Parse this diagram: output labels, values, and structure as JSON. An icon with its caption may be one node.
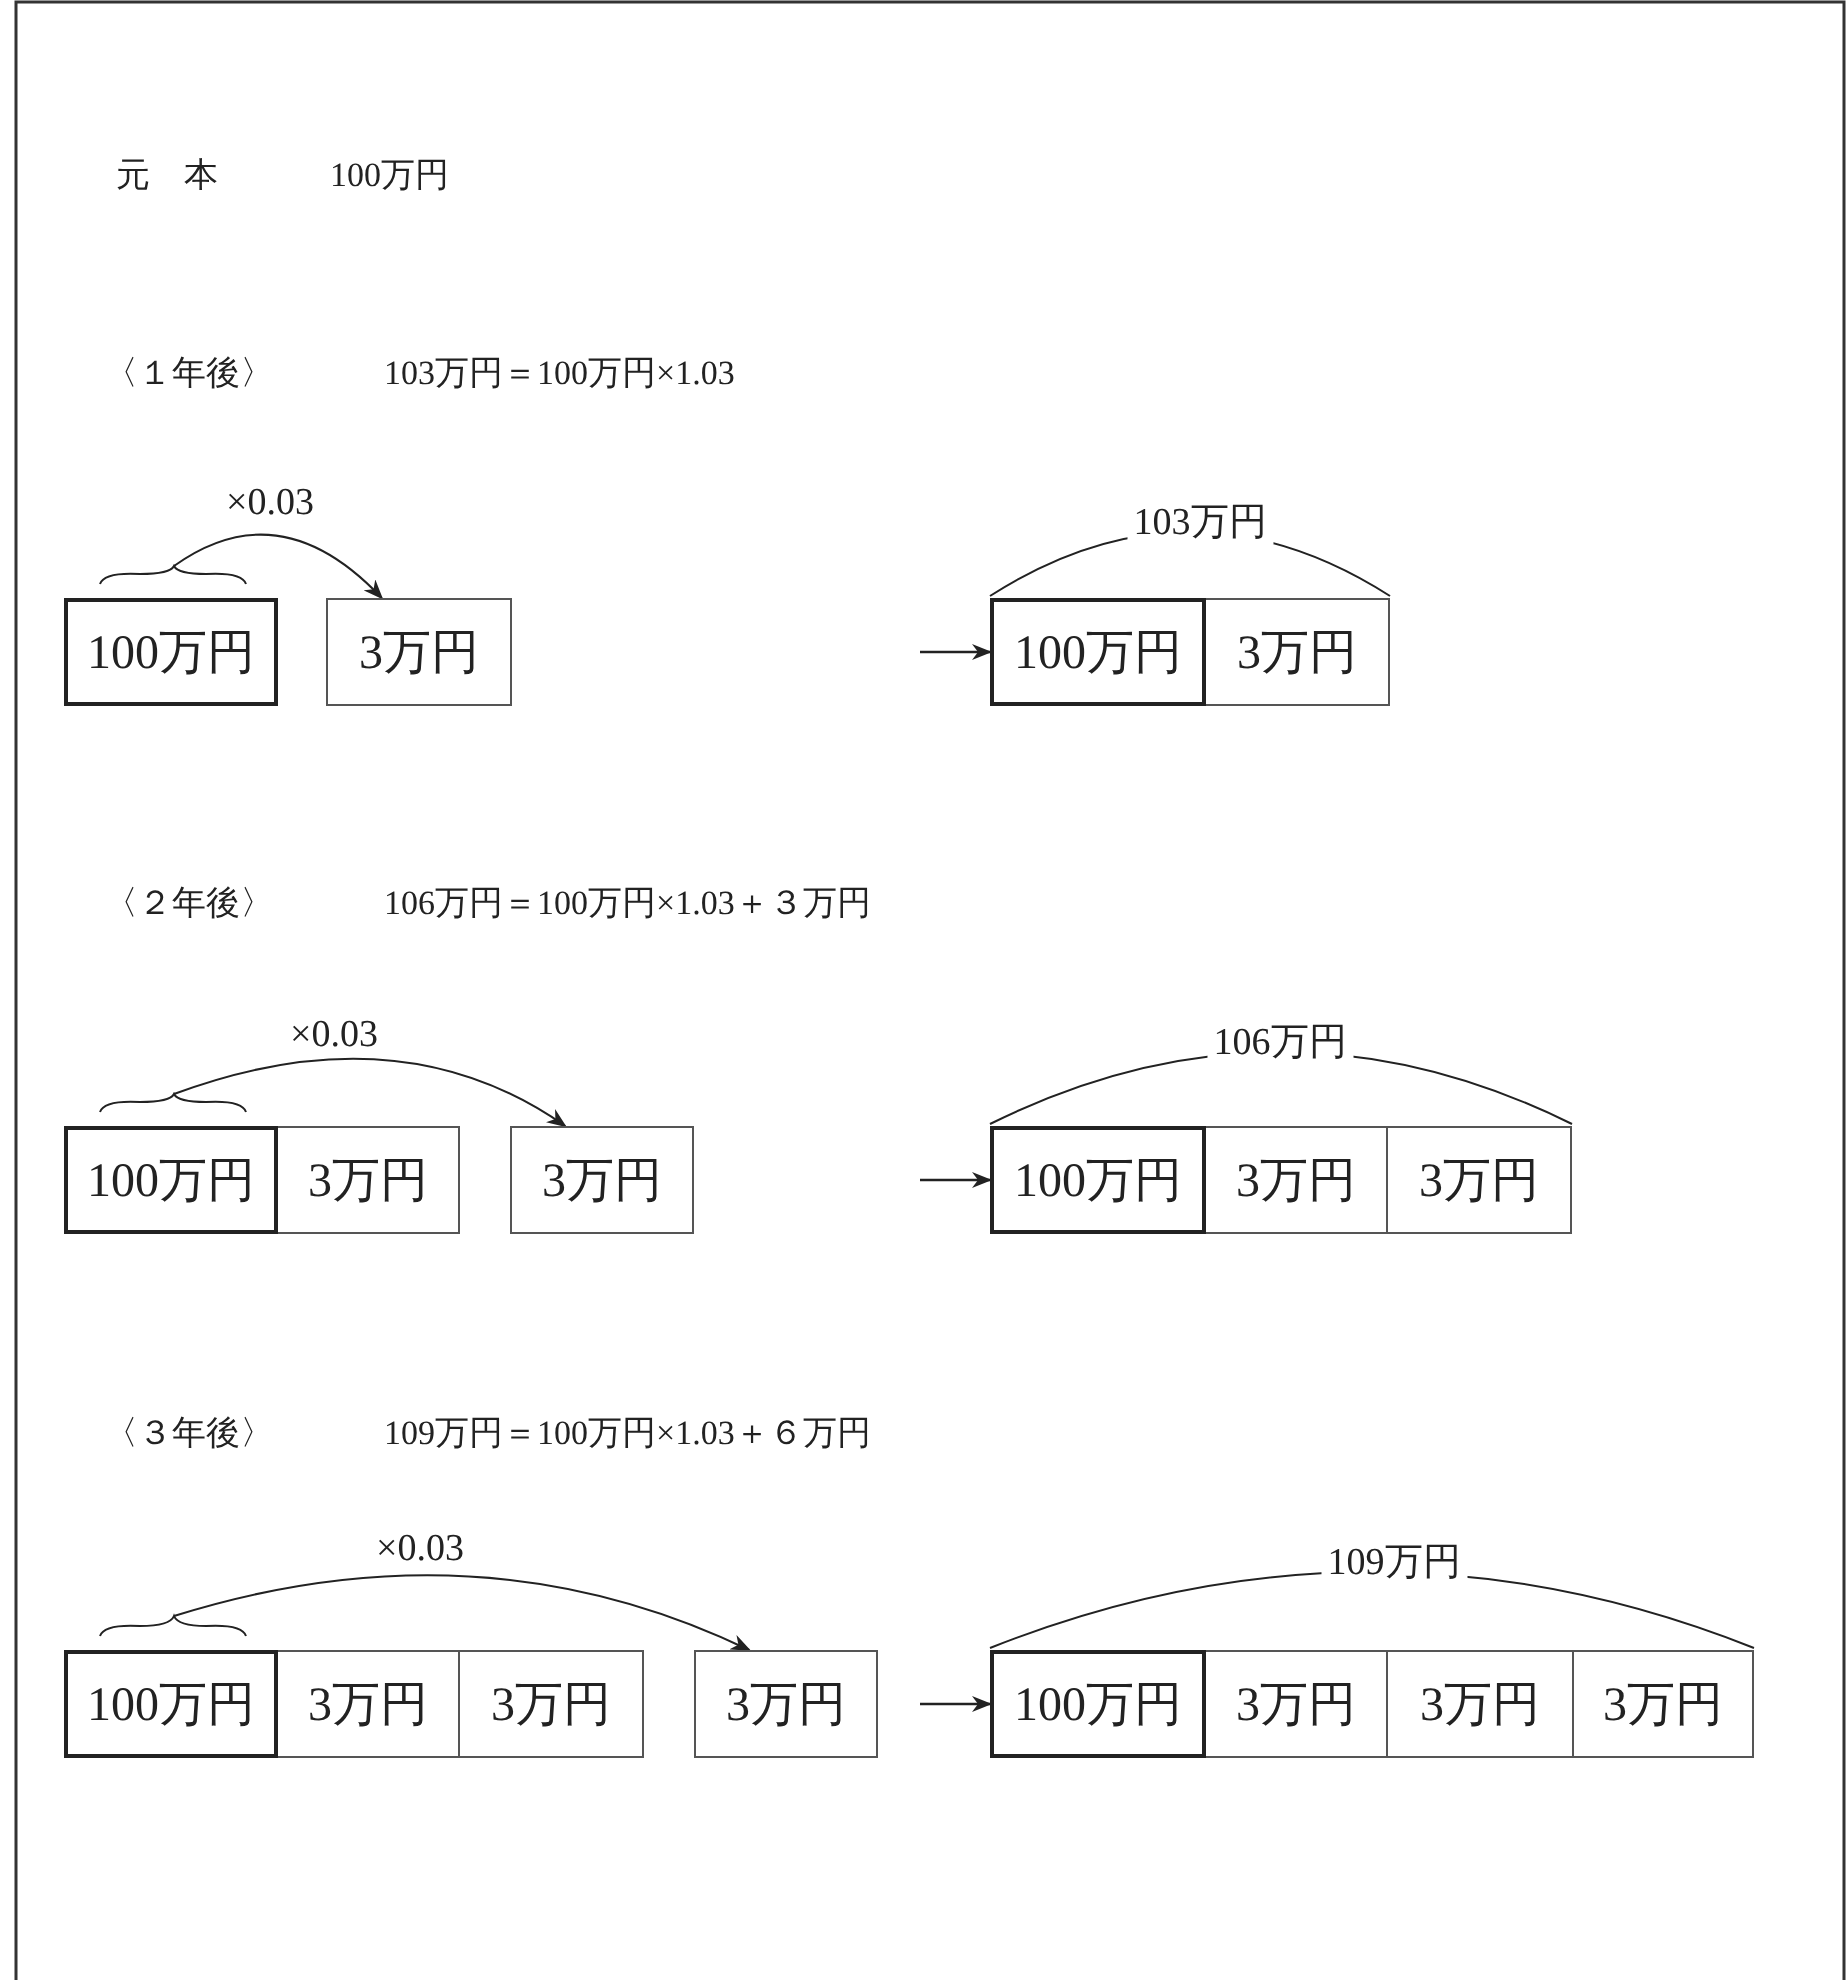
{
  "diagram": {
    "nodes": [
      {
        "text": [
          "100万円"
        ]
      },
      {
        "text": [
          "3万円"
        ]
      },
      {
        "text": [
          "100万円"
        ]
      },
      {
        "text": [
          "3万円"
        ]
      },
      {
        "text": [
          "100万円"
        ]
      },
      {
        "text": [
          "3万円"
        ]
      },
      {
        "text": [
          "3万円"
        ]
      },
      {
        "text": [
          "100万円"
        ]
      },
      {
        "text": [
          "3万円"
        ]
      },
      {
        "text": [
          "3万円"
        ]
      },
      {
        "text": [
          "100万円"
        ]
      },
      {
        "text": [
          "3万円"
        ]
      },
      {
        "text": [
          "3万円"
        ]
      },
      {
        "text": [
          "3万円"
        ]
      },
      {
        "text": [
          "100万円"
        ]
      },
      {
        "text": [
          "3万円"
        ]
      },
      {
        "text": [
          "3万円"
        ]
      },
      {
        "text": [
          "3万円"
        ]
      }
    ],
    "edges": [
      {
        "from": 0,
        "to": 1,
        "arrow": "to",
        "label": "×0.03"
      },
      {
        "from": null,
        "to": 2,
        "arrow": "to"
      },
      {
        "from": 4,
        "to": 6,
        "arrow": "to",
        "label": "×0.03"
      },
      {
        "from": null,
        "to": 7,
        "arrow": "to"
      },
      {
        "from": 10,
        "to": 13,
        "arrow": "to",
        "label": "×0.03"
      },
      {
        "from": null,
        "to": 14,
        "arrow": "to"
      }
    ],
    "labels": [
      "元　本",
      "100万円",
      "〈１年後〉",
      "103万円＝100万円×1.03",
      "103万円",
      "〈２年後〉",
      "106万円＝100万円×1.03＋３万円",
      "106万円",
      "〈３年後〉",
      "109万円＝100万円×1.03＋６万円",
      "109万円"
    ]
  }
}
